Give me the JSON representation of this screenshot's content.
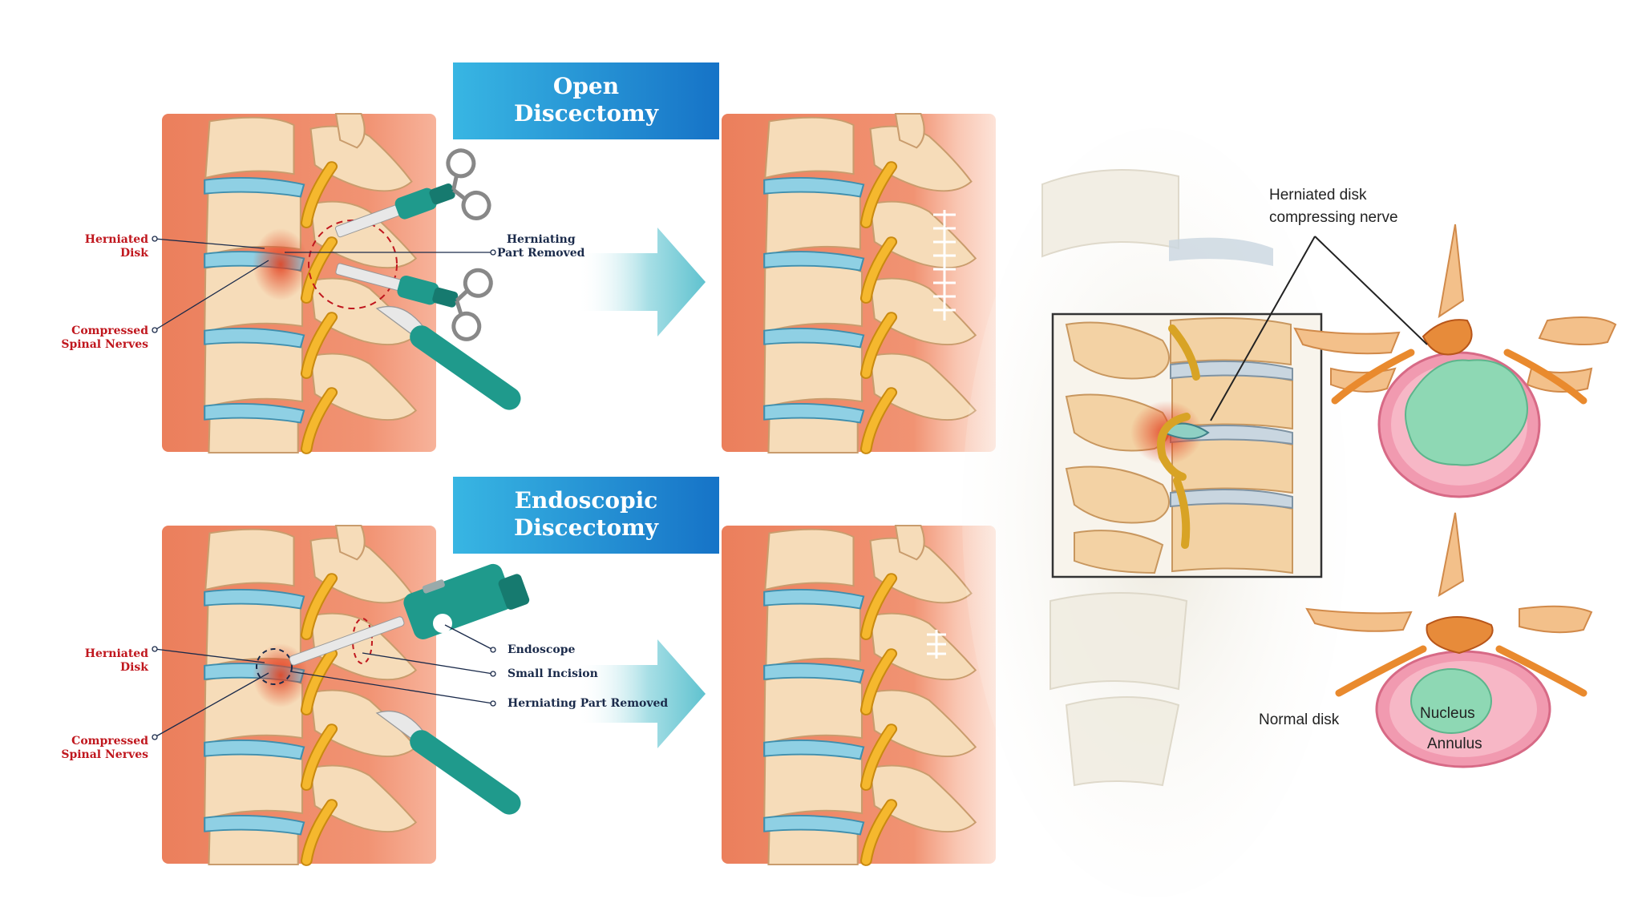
{
  "open": {
    "title_line1": "Open",
    "title_line2": "Discectomy",
    "herniated_disk": [
      "Herniated",
      "Disk"
    ],
    "compressed_nerves": [
      "Compressed",
      "Spinal Nerves"
    ],
    "herniating_part_removed": [
      "Herniating",
      "Part Removed"
    ]
  },
  "endoscopic": {
    "title_line1": "Endoscopic",
    "title_line2": "Discectomy",
    "herniated_disk": [
      "Herniated",
      "Disk"
    ],
    "compressed_nerves": [
      "Compressed",
      "Spinal Nerves"
    ],
    "endoscope": "Endoscope",
    "small_incision": "Small Incision",
    "herniating_part_removed": "Herniating Part Removed"
  },
  "anatomy": {
    "herniated_callout": [
      "Herniated disk",
      "compressing nerve"
    ],
    "normal_disk": "Normal disk",
    "nucleus": "Nucleus",
    "annulus": "Annulus"
  },
  "colors": {
    "banner_start": "#38b6e3",
    "banner_end": "#1673c7",
    "label_red": "#c0171e",
    "label_navy": "#1a2a4a",
    "tissue": "#ef8a66",
    "bone": "#f5dcb8",
    "disc": "#8fd0e4",
    "nerve": "#f5b82e",
    "tool_teal": "#1f9a8c",
    "arrow": "#7fcfd8",
    "nucleus": "#8ed8b4",
    "annulus": "#f19ab0"
  }
}
